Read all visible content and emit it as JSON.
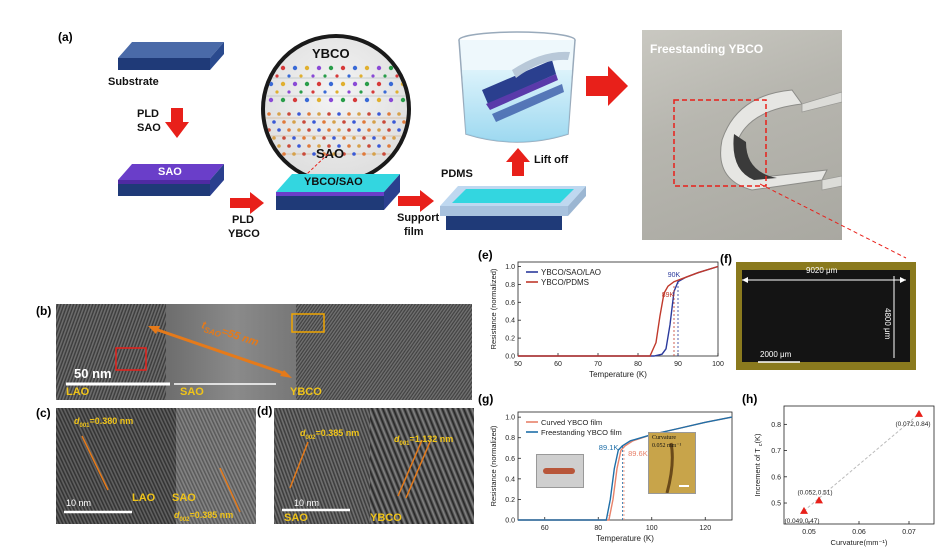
{
  "panel_a": {
    "label": "(a)",
    "substrate": "Substrate",
    "pld_sao_1": "PLD",
    "pld_sao_2": "SAO",
    "sao": "SAO",
    "pld_ybco_1": "PLD",
    "pld_ybco_2": "YBCO",
    "ybco_sao": "YBCO/SAO",
    "support_1": "Support",
    "support_2": "film",
    "pdms": "PDMS",
    "lift_off": "Lift off",
    "circle_top": "YBCO",
    "circle_bottom": "SAO",
    "freestanding": "Freestanding YBCO"
  },
  "panel_b": {
    "label": "(b)",
    "t_sao": "t",
    "t_sao_sub": "SAO",
    "t_sao_val": "=55 nm",
    "scale": "50 nm",
    "lao": "LAO",
    "sao": "SAO",
    "ybco": "YBCO"
  },
  "panel_c": {
    "label": "(c)",
    "d_top": "d",
    "d_top_sub": "001",
    "d_top_val": "=0.380 nm",
    "d_bot": "d",
    "d_bot_sub": "002",
    "d_bot_val": "=0.385 nm",
    "scale": "10 nm",
    "lao": "LAO",
    "sao": "SAO"
  },
  "panel_d": {
    "label": "(d)",
    "d_left": "d",
    "d_left_sub": "002",
    "d_left_val": "=0.385 nm",
    "d_right": "d",
    "d_right_sub": "001",
    "d_right_val": "=1.132 nm",
    "scale": "10 nm",
    "sao": "SAO",
    "ybco": "YBCO"
  },
  "panel_f": {
    "label": "(f)",
    "width": "9020 μm",
    "height": "4800 μm",
    "scale": "2000 μm"
  },
  "panel_g_inset": {
    "curvature_1": "Curvature",
    "curvature_2": "0.052 mm⁻¹"
  },
  "colors": {
    "red": "#e8201a",
    "blue_line": "#2b3a9c",
    "red_line": "#c0392b",
    "orange_line": "#e8826a",
    "teal_line": "#1f6fa8",
    "yellow": "#f0c419",
    "orange_box": "#f0a500"
  },
  "chart_data": [
    {
      "panel": "(e)",
      "type": "line",
      "xlabel": "Temperature (K)",
      "ylabel": "Resistance (normalized)",
      "xlim": [
        50,
        100
      ],
      "ylim": [
        0,
        1.05
      ],
      "xticks": [
        50,
        60,
        70,
        80,
        90,
        100
      ],
      "yticks": [
        0.0,
        0.2,
        0.4,
        0.6,
        0.8,
        1.0
      ],
      "legend": "top-left",
      "annotations": [
        "90K",
        "89K"
      ],
      "series": [
        {
          "name": "YBCO/SAO/LAO",
          "color": "#2b3a9c",
          "x": [
            50,
            84,
            86,
            87,
            88,
            89,
            90,
            92,
            95,
            100
          ],
          "y": [
            0.0,
            0.0,
            0.02,
            0.08,
            0.35,
            0.72,
            0.83,
            0.88,
            0.93,
            1.0
          ]
        },
        {
          "name": "YBCO/PDMS",
          "color": "#c0392b",
          "x": [
            50,
            83,
            84.5,
            85.5,
            86.5,
            87.5,
            89,
            92,
            95,
            100
          ],
          "y": [
            0.0,
            0.0,
            0.15,
            0.45,
            0.7,
            0.78,
            0.83,
            0.88,
            0.93,
            1.0
          ]
        }
      ]
    },
    {
      "panel": "(g)",
      "type": "line",
      "xlabel": "Temperature (K)",
      "ylabel": "Resistance (normalized)",
      "xlim": [
        50,
        130
      ],
      "ylim": [
        0,
        1.05
      ],
      "xticks": [
        60,
        80,
        100,
        120
      ],
      "yticks": [
        0.0,
        0.2,
        0.4,
        0.6,
        0.8,
        1.0
      ],
      "legend": "top-left",
      "annotations": [
        "89.1K",
        "89.6K"
      ],
      "series": [
        {
          "name": "Curved YBCO film",
          "color": "#e8826a",
          "x": [
            50,
            84,
            85.5,
            87,
            88.5,
            90,
            93,
            100,
            110,
            120,
            130
          ],
          "y": [
            0.0,
            0.0,
            0.2,
            0.5,
            0.68,
            0.72,
            0.77,
            0.83,
            0.89,
            0.95,
            1.0
          ]
        },
        {
          "name": "Freestanding YBCO film",
          "color": "#1f6fa8",
          "x": [
            50,
            83,
            84.5,
            86,
            87.5,
            89,
            92,
            100,
            110,
            120,
            130
          ],
          "y": [
            0.0,
            0.0,
            0.2,
            0.5,
            0.68,
            0.72,
            0.77,
            0.83,
            0.89,
            0.95,
            1.0
          ]
        }
      ]
    },
    {
      "panel": "(h)",
      "type": "scatter",
      "xlabel": "Curvature(mm⁻¹)",
      "ylabel": "Increment of T",
      "ylabel_sub": "c",
      "ylabel_tail": "(K)",
      "xlim": [
        0.045,
        0.075
      ],
      "ylim": [
        0.42,
        0.87
      ],
      "xticks": [
        0.05,
        0.06,
        0.07
      ],
      "yticks": [
        0.5,
        0.6,
        0.7,
        0.8
      ],
      "points": [
        {
          "x": 0.049,
          "y": 0.47,
          "label": "(0.049,0.47)"
        },
        {
          "x": 0.052,
          "y": 0.51,
          "label": "(0.052,0.51)"
        },
        {
          "x": 0.072,
          "y": 0.84,
          "label": "(0.072,0.84)"
        }
      ]
    }
  ]
}
